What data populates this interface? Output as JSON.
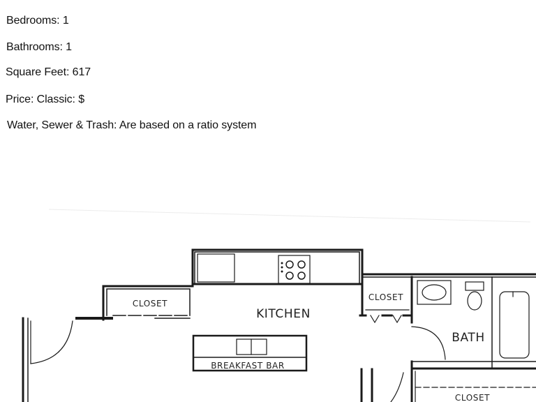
{
  "listing": {
    "bedrooms": "Bedrooms: 1",
    "bathrooms": "Bathrooms: 1",
    "square_feet": "Square Feet: 617",
    "price": "Price: Classic: $",
    "utilities": "Water, Sewer & Trash: Are based on a ratio system"
  },
  "floorplan": {
    "closet_entry": "CLOSET",
    "kitchen": "KITCHEN",
    "closet_bath": "CLOSET",
    "bath": "BATH",
    "breakfast_bar": "BREAKFAST BAR",
    "closet_bottom": "CLOSET"
  }
}
